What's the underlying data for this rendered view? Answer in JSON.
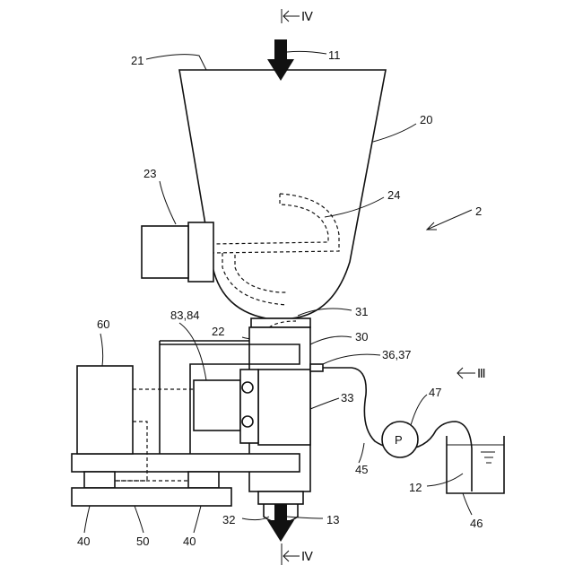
{
  "labels": {
    "sec_top": "Ⅳ",
    "sec_bottom": "Ⅳ",
    "view": "Ⅲ",
    "l11": "11",
    "l21": "21",
    "l20": "20",
    "l23": "23",
    "l24": "24",
    "l2": "2",
    "l31": "31",
    "l22": "22",
    "l30": "30",
    "l83": "83,84",
    "l60": "60",
    "l3637": "36,37",
    "l47": "47",
    "l33": "33",
    "lP": "P",
    "l45": "45",
    "l12": "12",
    "l46": "46",
    "l32": "32",
    "l13": "13",
    "l40a": "40",
    "l50": "50",
    "l40b": "40"
  }
}
